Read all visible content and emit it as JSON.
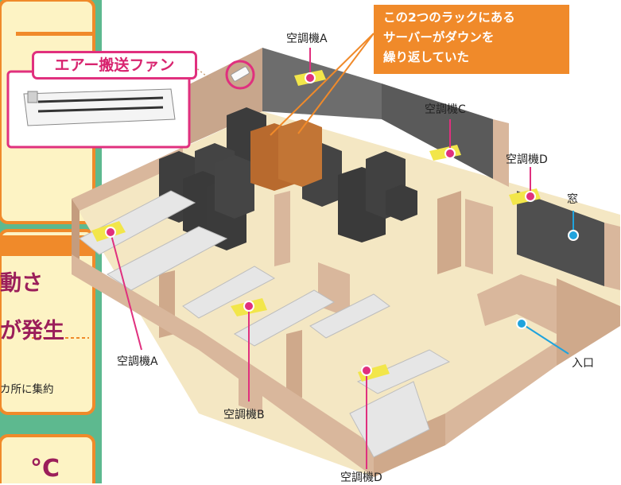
{
  "callout": {
    "lines": [
      "この2つのラックにある",
      "サーバーがダウンを",
      "繰り返していた"
    ]
  },
  "fan_label": "エアー搬送ファン",
  "labels": {
    "ac_a_top": "空調機A",
    "ac_c": "空調機C",
    "ac_d_right": "空調機D",
    "window": "窓",
    "entrance": "入口",
    "ac_a_left": "空調機A",
    "ac_b": "空調機B",
    "ac_d_bottom": "空調機D"
  },
  "sidebar": {
    "line1": "動さ",
    "line2": "が発生",
    "line3": "カ所に集約",
    "line4": "°C"
  },
  "colors": {
    "accent_orange": "#f08a2a",
    "marker_magenta": "#e0307e",
    "marker_blue": "#1fa3dd",
    "sidebar_green": "#5db98f",
    "sidebar_cream": "#fdf3c4",
    "floor": "#f4e7c3",
    "wall": "#d9b79c"
  }
}
